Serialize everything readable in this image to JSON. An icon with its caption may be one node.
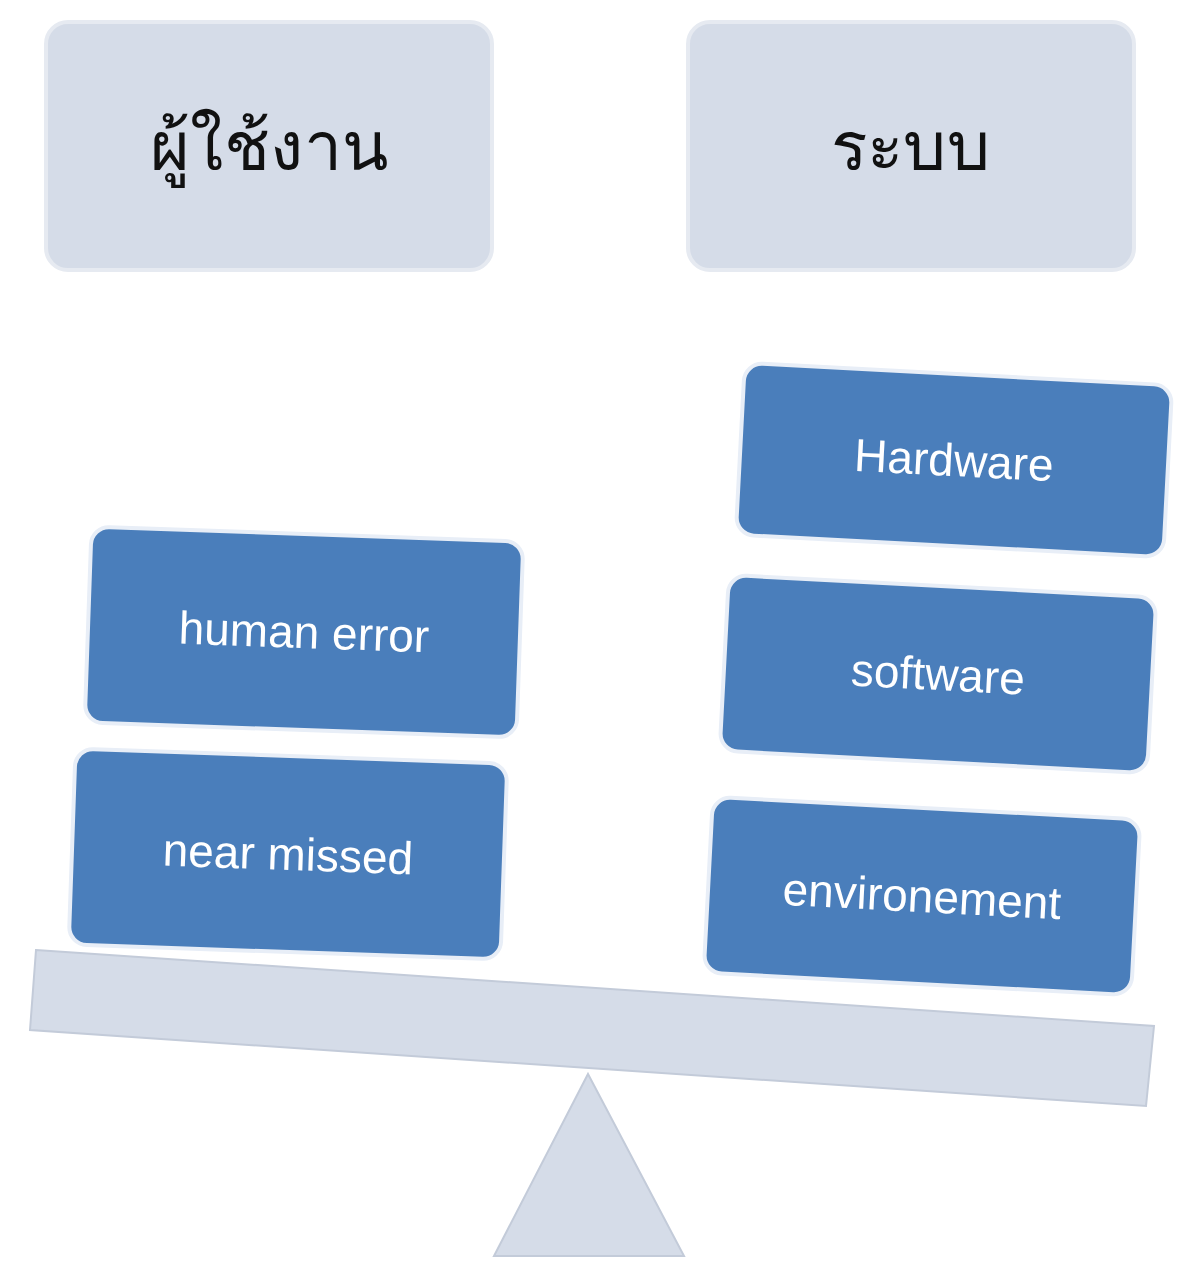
{
  "diagram": {
    "nodes": [
      {
        "text": [
          "ผู้ใช้งาน"
        ]
      },
      {
        "text": [
          "ระบบ"
        ]
      },
      {
        "text": [
          "human error"
        ]
      },
      {
        "text": [
          "near missed"
        ]
      },
      {
        "text": [
          "Hardware"
        ]
      },
      {
        "text": [
          "software"
        ]
      },
      {
        "text": [
          "environement"
        ]
      }
    ]
  }
}
